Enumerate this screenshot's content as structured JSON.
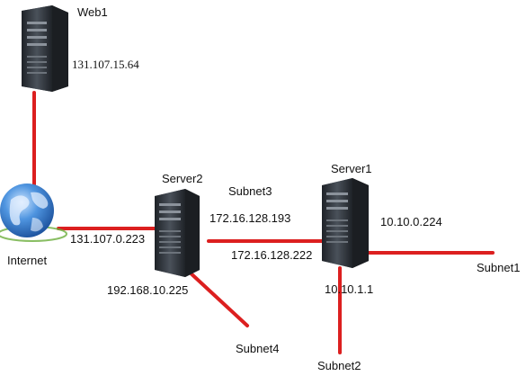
{
  "nodes": {
    "web1": {
      "name": "Web1",
      "ip": "131.107.15.64"
    },
    "internet": {
      "name": "Internet"
    },
    "server2": {
      "name": "Server2",
      "ip_internet": "131.107.0.223",
      "ip_subnet3": "172.16.128.193",
      "ip_subnet4": "192.168.10.225"
    },
    "server1": {
      "name": "Server1",
      "ip_subnet3": "172.16.128.222",
      "ip_subnet1": "10.10.0.224",
      "ip_subnet2": "10.10.1.1"
    }
  },
  "subnets": {
    "subnet1": "Subnet1",
    "subnet2": "Subnet2",
    "subnet3": "Subnet3",
    "subnet4": "Subnet4"
  },
  "colors": {
    "link": "#dc1f1f",
    "server_body": "#2b2f35",
    "server_face": "#3d434b",
    "globe": "#2f6fc0"
  },
  "icons": {
    "server": "server-tower-icon",
    "internet": "globe-icon"
  }
}
